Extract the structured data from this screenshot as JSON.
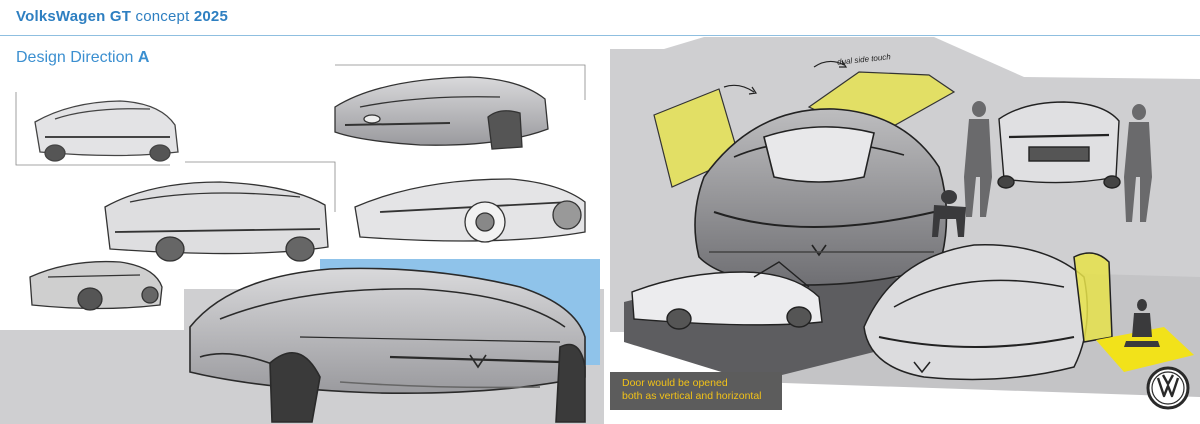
{
  "header": {
    "brand_bold": "VolksWagen GT",
    "brand_thin": "concept",
    "year": "2025"
  },
  "section": {
    "title": "Design Direction",
    "letter": "A"
  },
  "annotation": {
    "door_note": "dual side touch"
  },
  "caption": {
    "line1": "Door would be opened",
    "line2": "both as vertical and horizontal"
  },
  "colors": {
    "accent_blue": "#3b8fd0",
    "sky_blue": "#8fc3ea",
    "highlight_yellow": "#e6e24a",
    "caption_bg": "#5c5c5c",
    "caption_text": "#f2c218",
    "panel_gray": "#cfcfd1"
  },
  "icons": [
    "vw-logo-icon"
  ]
}
